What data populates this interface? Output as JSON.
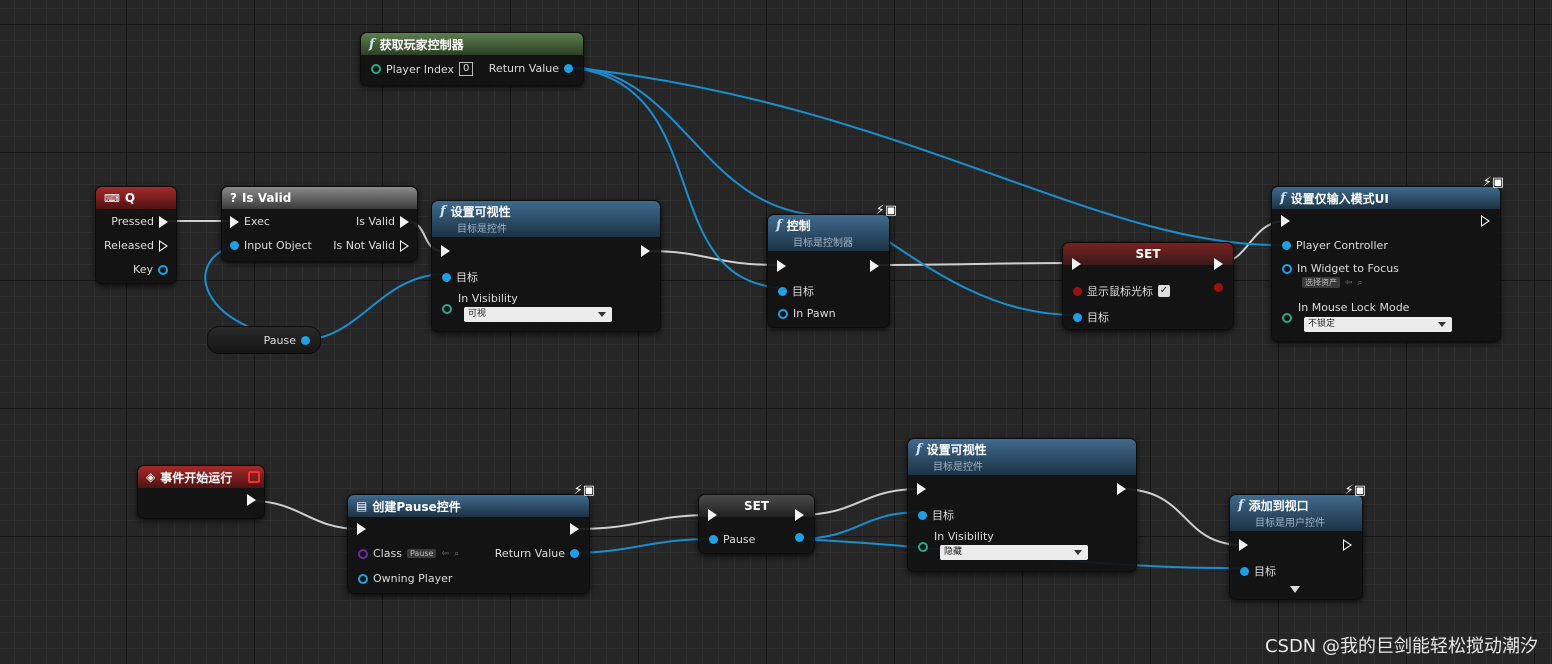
{
  "nodes": {
    "get_player_controller": {
      "title": "获取玩家控制器",
      "player_index_label": "Player Index",
      "player_index_value": "0",
      "return_value": "Return Value"
    },
    "key_q": {
      "title": "Q",
      "pressed": "Pressed",
      "released": "Released",
      "key": "Key"
    },
    "is_valid": {
      "title": "Is Valid",
      "exec": "Exec",
      "input_object": "Input Object",
      "is_valid": "Is Valid",
      "is_not_valid": "Is Not Valid"
    },
    "pause_var_top": {
      "label": "Pause"
    },
    "set_visibility_1": {
      "title": "设置可视性",
      "subtitle": "目标是控件",
      "target": "目标",
      "in_visibility": "In Visibility",
      "visibility_value": "可视"
    },
    "possess": {
      "title": "控制",
      "subtitle": "目标是控制器",
      "target": "目标",
      "in_pawn": "In Pawn"
    },
    "set_cursor": {
      "title": "SET",
      "show_cursor": "显示鼠标光标",
      "checked": "✓",
      "target": "目标"
    },
    "set_input_mode": {
      "title": "设置仅输入模式UI",
      "player_controller": "Player Controller",
      "in_widget": "In Widget to Focus",
      "widget_value": "选择资产",
      "in_mouse_lock": "In Mouse Lock Mode",
      "lock_value": "不锁定"
    },
    "begin_play": {
      "title": "事件开始运行"
    },
    "create_widget": {
      "title": "创建Pause控件",
      "class": "Class",
      "class_value": "Pause",
      "return_value": "Return Value",
      "owning_player": "Owning Player"
    },
    "set_pause": {
      "title": "SET",
      "pause": "Pause"
    },
    "set_visibility_2": {
      "title": "设置可视性",
      "subtitle": "目标是控件",
      "target": "目标",
      "in_visibility": "In Visibility",
      "visibility_value": "隐藏"
    },
    "add_to_viewport": {
      "title": "添加到视口",
      "subtitle": "目标是用户控件",
      "target": "目标"
    }
  },
  "watermark": "CSDN @我的巨剑能轻松搅动潮汐",
  "colors": {
    "exec": "#f2f2f2",
    "object_pin": "#1ea0e6",
    "bool_pin": "#9e1010",
    "header_blue": "#3f6a8d",
    "header_green": "#5b7e4c",
    "header_red": "#a72a2a",
    "background": "#262626"
  }
}
